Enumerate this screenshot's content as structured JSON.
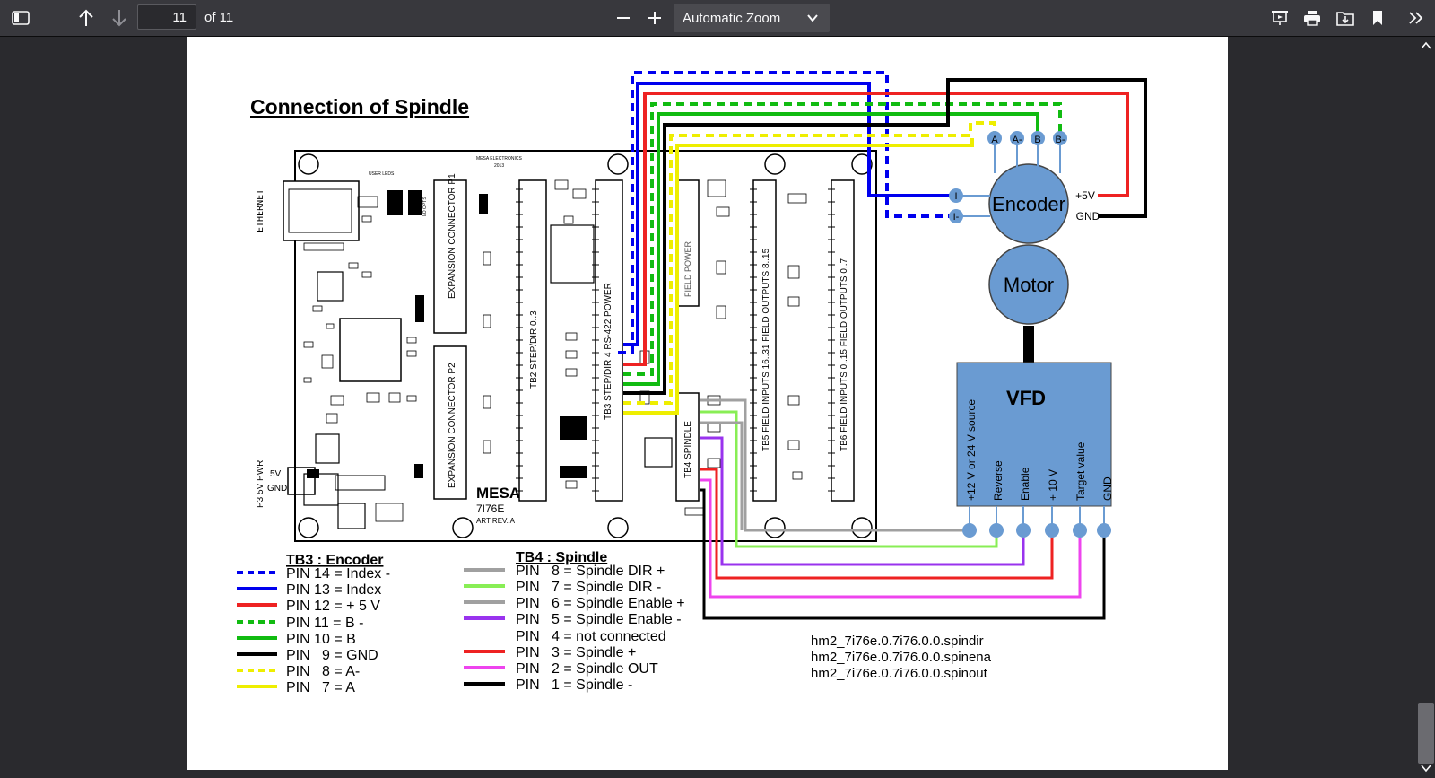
{
  "toolbar": {
    "page_number": "11",
    "page_count": "of 11",
    "zoom": "Automatic Zoom"
  },
  "diagram": {
    "title": "Connection of Spindle",
    "board": {
      "ethernet": "ETHERNET",
      "p3": "P3 5V PWR",
      "v5": "5V",
      "gnd": "GND",
      "p1": "EXPANSION CONNECTOR P1",
      "p2": "EXPANSION CONNECTOR P2",
      "tb2": "TB2 STEP/DIR 0..3",
      "tb3": "TB3 STEP/DIR 4 RS-422 POWER",
      "tb4": "TB4 SPINDLE",
      "tb5": "TB5 FIELD INPUTS 16..31 FIELD OUTPUTS 8..15",
      "tb6": "TB6 FIELD INPUTS 0..15 FIELD OUTPUTS 0..7",
      "mesa": "MESA",
      "model": "7I76E",
      "rev": "ART REV. A",
      "maker": "MESA ELECTRONICS",
      "year": "2013",
      "user_leds": "USER LEDS",
      "io_opt": "I/O OPTS",
      "tb4_field": "FIELD POWER"
    },
    "encoder": {
      "label": "Encoder",
      "pins": [
        "A",
        "A-",
        "B",
        "B-"
      ],
      "index": "I",
      "index_neg": "I-",
      "plus5v": "+5V",
      "gnd": "GND"
    },
    "motor": {
      "label": "Motor"
    },
    "vfd": {
      "label": "VFD",
      "terminals": [
        "+12 V or 24 V source",
        "Reverse",
        "Enable",
        "+ 10 V",
        "Target value",
        "GND"
      ]
    },
    "tb3_legend": {
      "title": "TB3 : Encoder",
      "items": [
        {
          "text": "PIN 14 = Index -",
          "color": "#0000ee",
          "dashed": true
        },
        {
          "text": "PIN 13 = Index",
          "color": "#0000ee",
          "dashed": false
        },
        {
          "text": "PIN 12 = + 5 V",
          "color": "#ee2222",
          "dashed": false
        },
        {
          "text": "PIN 11 = B -",
          "color": "#11bb11",
          "dashed": true
        },
        {
          "text": "PIN 10 = B",
          "color": "#11bb11",
          "dashed": false
        },
        {
          "text": "PIN   9 = GND",
          "color": "#000000",
          "dashed": false
        },
        {
          "text": "PIN   8 = A-",
          "color": "#eeee00",
          "dashed": true
        },
        {
          "text": "PIN   7 = A",
          "color": "#eeee00",
          "dashed": false
        }
      ]
    },
    "tb4_legend": {
      "title": "TB4 : Spindle",
      "items": [
        {
          "text": "PIN   8 = Spindle DIR +",
          "color": "#a0a0a0"
        },
        {
          "text": "PIN   7 = Spindle DIR -",
          "color": "#88ee55"
        },
        {
          "text": "PIN   6 = Spindle Enable +",
          "color": "#a0a0a0"
        },
        {
          "text": "PIN   5 = Spindle Enable -",
          "color": "#9933ee"
        },
        {
          "text": "PIN   4 = not connected",
          "color": ""
        },
        {
          "text": "PIN   3 = Spindle +",
          "color": "#ee2222"
        },
        {
          "text": "PIN   2 = Spindle OUT",
          "color": "#ee44ee"
        },
        {
          "text": "PIN   1 = Spindle -",
          "color": "#000000"
        }
      ]
    },
    "hal_pins": [
      "hm2_7i76e.0.7i76.0.0.spindir",
      "hm2_7i76e.0.7i76.0.0.spinena",
      "hm2_7i76e.0.7i76.0.0.spinout"
    ]
  },
  "icons": [
    "sidebar-toggle-icon",
    "arrow-up-icon",
    "arrow-down-icon",
    "zoom-out-icon",
    "zoom-in-icon",
    "chevron-down-icon",
    "presentation-icon",
    "print-icon",
    "download-icon",
    "bookmark-icon",
    "tools-icon"
  ]
}
